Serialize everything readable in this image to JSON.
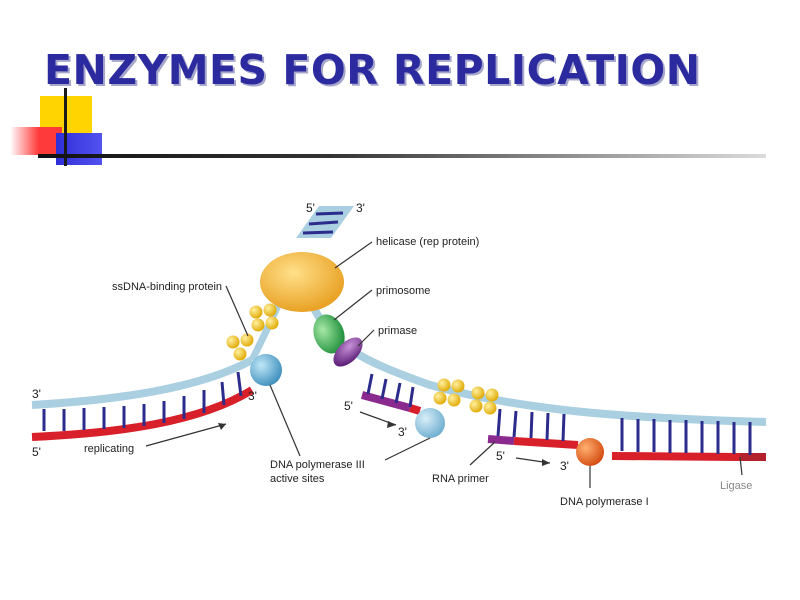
{
  "slide": {
    "title": "ENZYMES FOR REPLICATION"
  },
  "diagram": {
    "end_labels": {
      "top_left": "5'",
      "top_right": "3'",
      "left_upper": "3'",
      "left_lower": "5'",
      "leading_3prime": "3'",
      "lagging_5prime_1": "5'",
      "lagging_3prime_1": "3'",
      "lagging_5prime_2": "5'",
      "lagging_3prime_2": "3'"
    },
    "labels": {
      "helicase": "helicase (rep protein)",
      "primosome": "primosome",
      "primase": "primase",
      "ssb": "ssDNA-binding protein",
      "replicating": "replicating",
      "pol3_line1": "DNA polymerase III",
      "pol3_line2": "active sites",
      "rna_primer": "RNA primer",
      "pol1": "DNA polymerase I",
      "ligase": "Ligase"
    },
    "colors": {
      "backbone": "#a9cfe0",
      "new_strand": "#d8202a",
      "rungs": "#2c2c8c",
      "primer": "#8b2a8e",
      "helicase": "#f0b131",
      "ssb": "#f5c518",
      "primase": "#7b2e90",
      "primosome": "#2fb14a",
      "pol3": "#4a9fc9",
      "pol1": "#e8641c"
    }
  }
}
